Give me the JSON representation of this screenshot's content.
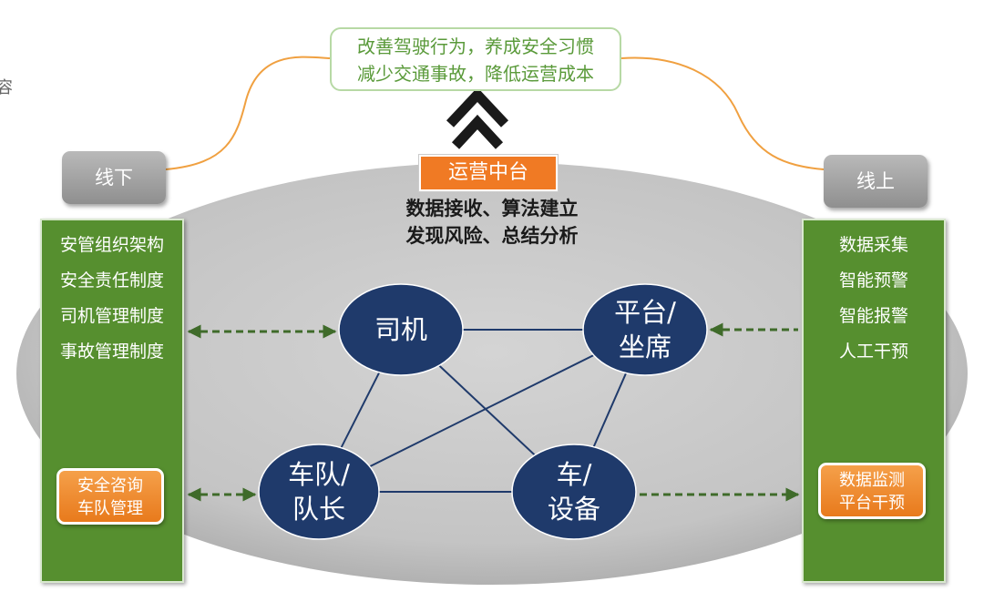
{
  "edge_fragment": "容",
  "goal": {
    "line1": "改善驾驶行为，养成安全习惯",
    "line2": "减少交通事故，降低运营成本"
  },
  "hub": {
    "label": "运营中台",
    "desc_line1": "数据接收、算法建立",
    "desc_line2": "发现风险、总结分析"
  },
  "offline": {
    "tab": "线下",
    "items": [
      "安管组织架构",
      "安全责任制度",
      "司机管理制度",
      "事故管理制度"
    ],
    "highlight_line1": "安全咨询",
    "highlight_line2": "车队管理"
  },
  "online": {
    "tab": "线上",
    "items": [
      "数据采集",
      "智能预警",
      "智能报警",
      "人工干预"
    ],
    "highlight_line1": "数据监测",
    "highlight_line2": "平台干预"
  },
  "nodes": {
    "driver": "司机",
    "platform_line1": "平台/",
    "platform_line2": "坐席",
    "fleet_line1": "车队/",
    "fleet_line2": "队长",
    "vehicle_line1": "车/",
    "vehicle_line2": "设备"
  },
  "colors": {
    "node_fill": "#1f3a6b",
    "panel_green": "#568f2f",
    "accent_orange": "#f07a24",
    "connector_orange": "#f0a040",
    "arrow_green": "#3f6b2a",
    "ellipse_gray": "#c8c8c8"
  }
}
